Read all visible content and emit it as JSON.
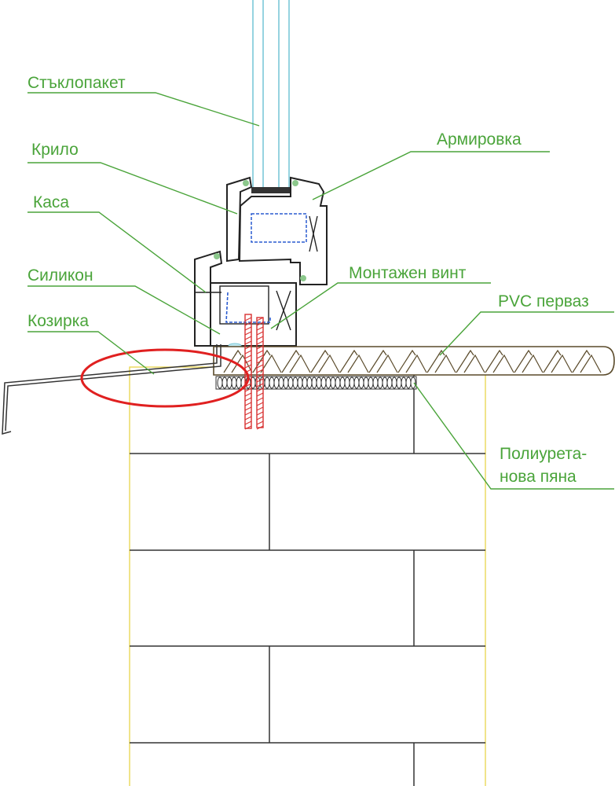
{
  "labels": {
    "glass_unit": "Стъклопакет",
    "sash": "Крило",
    "frame": "Каса",
    "silicone": "Силикон",
    "drip_cap": "Козирка",
    "reinforcement": "Армировка",
    "mounting_screw": "Монтажен винт",
    "pvc_sill": "PVC перваз",
    "foam_line1": "Полиурета-",
    "foam_line2": "нова пяна"
  },
  "colors": {
    "label": "#4aa43a",
    "highlight": "#e02020",
    "glass": "#7cc8d8",
    "reinforcement": "#2a5bd0",
    "sill": "#5a4a2a",
    "wall": "#e8d44a"
  }
}
